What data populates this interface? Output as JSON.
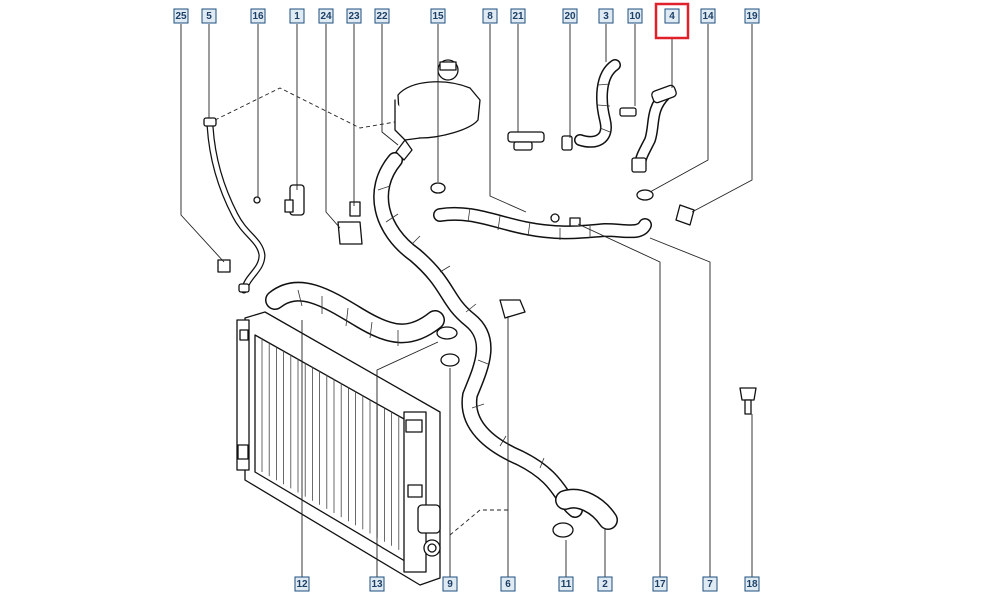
{
  "diagram": {
    "highlight_color": "#e0202a",
    "callout_fill": "#dfeaf3",
    "callout_text_color": "#1d3f66",
    "highlighted_ref": "4",
    "top_callouts": [
      {
        "id": "25",
        "label": "25"
      },
      {
        "id": "5",
        "label": "5"
      },
      {
        "id": "16",
        "label": "16"
      },
      {
        "id": "1",
        "label": "1"
      },
      {
        "id": "24",
        "label": "24"
      },
      {
        "id": "23",
        "label": "23"
      },
      {
        "id": "22",
        "label": "22"
      },
      {
        "id": "15",
        "label": "15"
      },
      {
        "id": "8",
        "label": "8"
      },
      {
        "id": "21",
        "label": "21"
      },
      {
        "id": "20",
        "label": "20"
      },
      {
        "id": "3",
        "label": "3"
      },
      {
        "id": "10",
        "label": "10"
      },
      {
        "id": "4",
        "label": "4"
      },
      {
        "id": "14",
        "label": "14"
      },
      {
        "id": "19",
        "label": "19"
      }
    ],
    "bottom_callouts": [
      {
        "id": "12",
        "label": "12"
      },
      {
        "id": "13",
        "label": "13"
      },
      {
        "id": "9",
        "label": "9"
      },
      {
        "id": "6",
        "label": "6"
      },
      {
        "id": "11",
        "label": "11"
      },
      {
        "id": "2",
        "label": "2"
      },
      {
        "id": "17",
        "label": "17"
      },
      {
        "id": "7",
        "label": "7"
      },
      {
        "id": "18",
        "label": "18"
      }
    ]
  }
}
